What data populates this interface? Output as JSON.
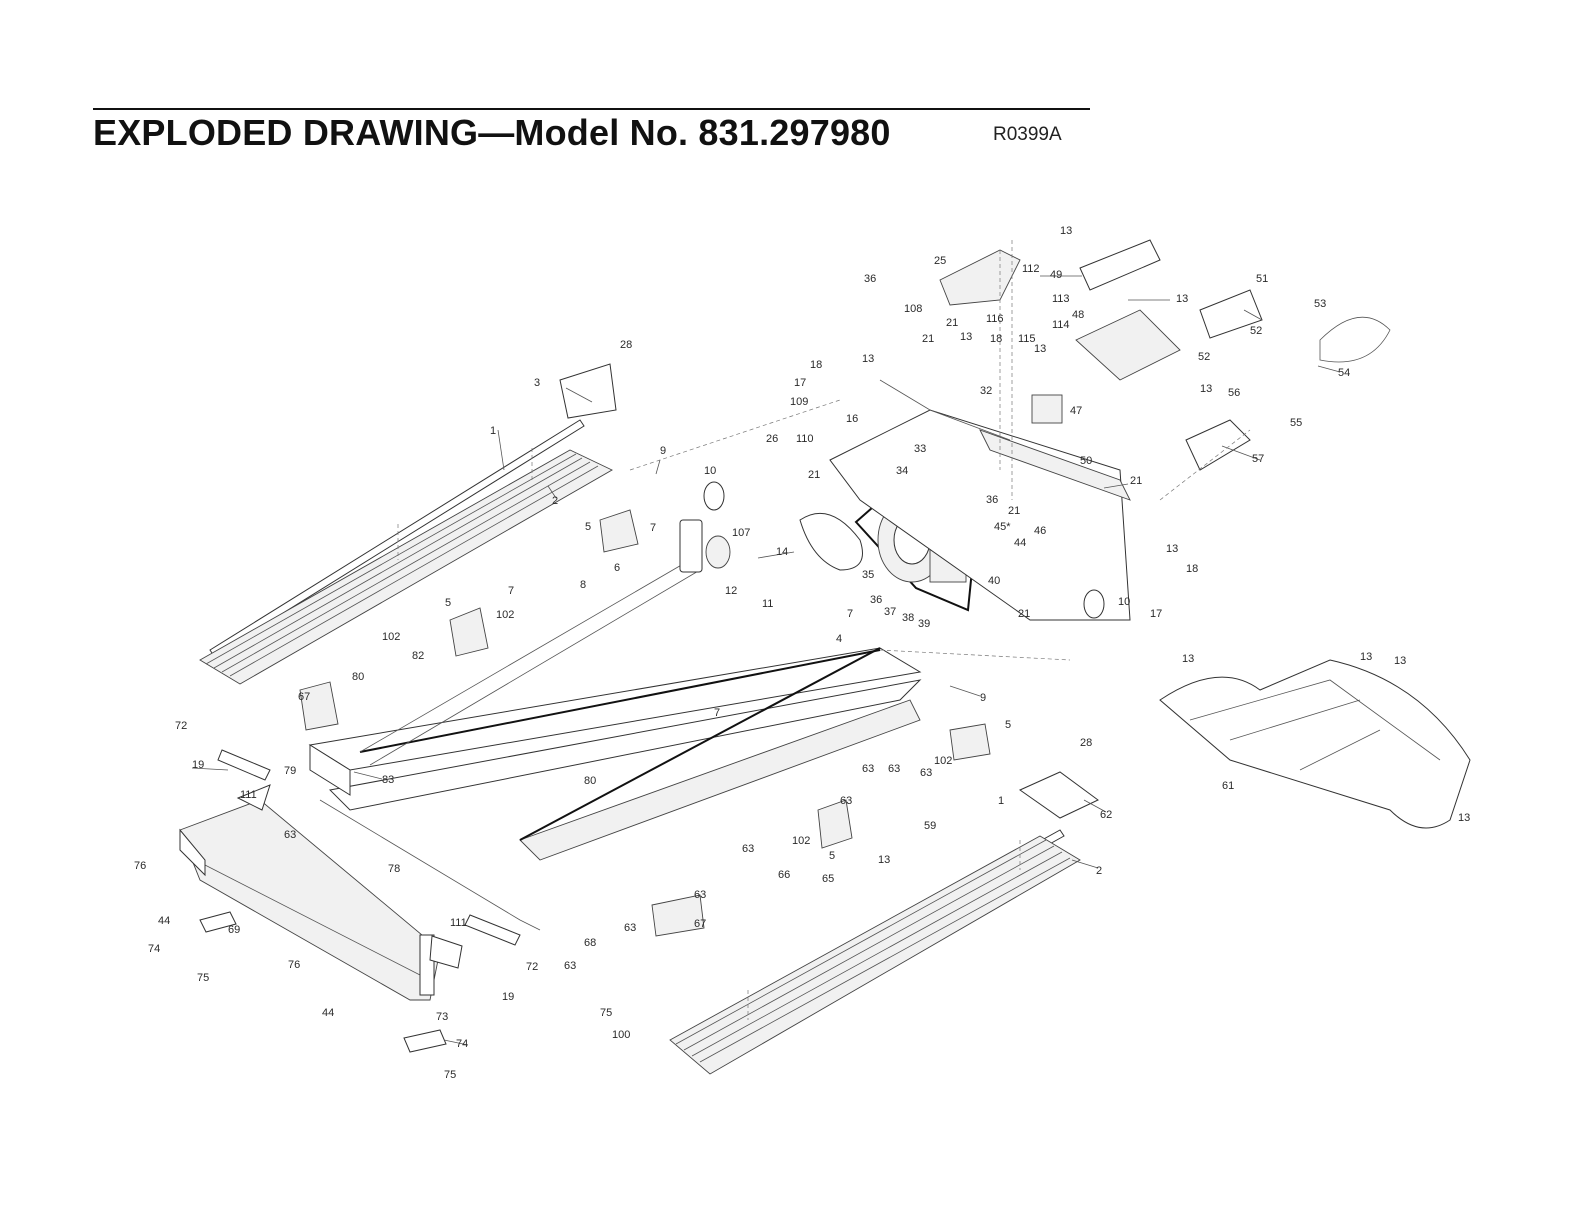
{
  "header": {
    "title": "EXPLODED DRAWING—Model No. 831.297980",
    "drawing_code": "R0399A"
  },
  "labels": {
    "p1a": "1",
    "p1b": "1",
    "p2a": "2",
    "p2b": "2",
    "p3": "3",
    "p4": "4",
    "p5a": "5",
    "p5b": "5",
    "p5c": "5",
    "p5d": "5",
    "p6": "6",
    "p7a": "7",
    "p7b": "7",
    "p7c": "7",
    "p7d": "7",
    "p8": "8",
    "p9a": "9",
    "p9b": "9",
    "p10a": "10",
    "p10b": "10",
    "p11": "11",
    "p12": "12",
    "p13a": "13",
    "p13b": "13",
    "p13c": "13",
    "p13d": "13",
    "p13e": "13",
    "p13f": "13",
    "p13g": "13",
    "p13h": "13",
    "p13i": "13",
    "p13j": "13",
    "p13k": "13",
    "p13l": "13",
    "p14": "14",
    "p16": "16",
    "p17a": "17",
    "p17b": "17",
    "p18a": "18",
    "p18b": "18",
    "p18c": "18",
    "p19a": "19",
    "p19b": "19",
    "p21a": "21",
    "p21b": "21",
    "p21c": "21",
    "p21d": "21",
    "p21e": "21",
    "p21f": "21",
    "p25": "25",
    "p26": "26",
    "p28a": "28",
    "p28b": "28",
    "p32": "32",
    "p33": "33",
    "p34": "34",
    "p35": "35",
    "p36a": "36",
    "p36b": "36",
    "p36c": "36",
    "p37": "37",
    "p38": "38",
    "p39": "39",
    "p40": "40",
    "p44a": "44",
    "p44b": "44",
    "p44c": "44",
    "p45": "45*",
    "p46": "46",
    "p47": "47",
    "p48": "48",
    "p49": "49",
    "p50": "50",
    "p51": "51",
    "p52a": "52",
    "p52b": "52",
    "p53": "53",
    "p54": "54",
    "p55": "55",
    "p56": "56",
    "p57": "57",
    "p59": "59",
    "p61": "61",
    "p62": "62",
    "p63a": "63",
    "p63b": "63",
    "p63c": "63",
    "p63d": "63",
    "p63e": "63",
    "p63f": "63",
    "p63g": "63",
    "p63h": "63",
    "p63i": "63",
    "p65": "65",
    "p66": "66",
    "p67a": "67",
    "p67b": "67",
    "p68": "68",
    "p69": "69",
    "p72a": "72",
    "p72b": "72",
    "p73": "73",
    "p74a": "74",
    "p74b": "74",
    "p75a": "75",
    "p75b": "75",
    "p75c": "75",
    "p76a": "76",
    "p76b": "76",
    "p78": "78",
    "p79": "79",
    "p80a": "80",
    "p80b": "80",
    "p82": "82",
    "p83": "83",
    "p100": "100",
    "p102a": "102",
    "p102b": "102",
    "p102c": "102",
    "p102d": "102",
    "p107": "107",
    "p108": "108",
    "p109": "109",
    "p110": "110",
    "p111a": "111",
    "p111b": "111",
    "p112": "112",
    "p113": "113",
    "p114": "114",
    "p115": "115",
    "p116": "116"
  }
}
